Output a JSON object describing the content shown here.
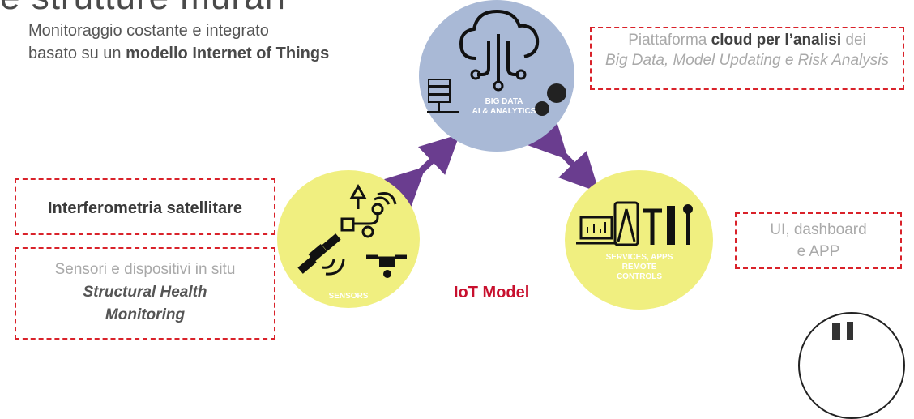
{
  "title_fragment": "e strutture murari",
  "intro": {
    "line1": "Monitoraggio costante e integrato",
    "line2_plain": "basato su un ",
    "line2_bold": "modello Internet of Things"
  },
  "cloud_box": {
    "plain1": "Piattaforma ",
    "bold": "cloud per l’analisi",
    "plain2": " dei",
    "italic": "Big Data, Model Updating e Risk Analysis"
  },
  "interferometria": "Interferometria satellitare",
  "sensori_box": {
    "line1": "Sensori e dispositivi in situ",
    "line2": "Structural Health",
    "line3": "Monitoring"
  },
  "ui_box": {
    "line1": "UI, dashboard",
    "line2": "e APP"
  },
  "center_circle": {
    "line1": "BIG DATA",
    "line2": "AI & ANALYTICS"
  },
  "left_circle": {
    "label": "SENSORS"
  },
  "right_circle": {
    "line1": "SERVICES, APPS",
    "line2": "REMOTE",
    "line3": "CONTROLS"
  },
  "iot_label": "IoT Model",
  "colors": {
    "accent_red": "#d9222a",
    "blue_circle": "#a9b9d6",
    "yellow_circle": "#f0ef80",
    "arrow": "#6a3d8f"
  }
}
